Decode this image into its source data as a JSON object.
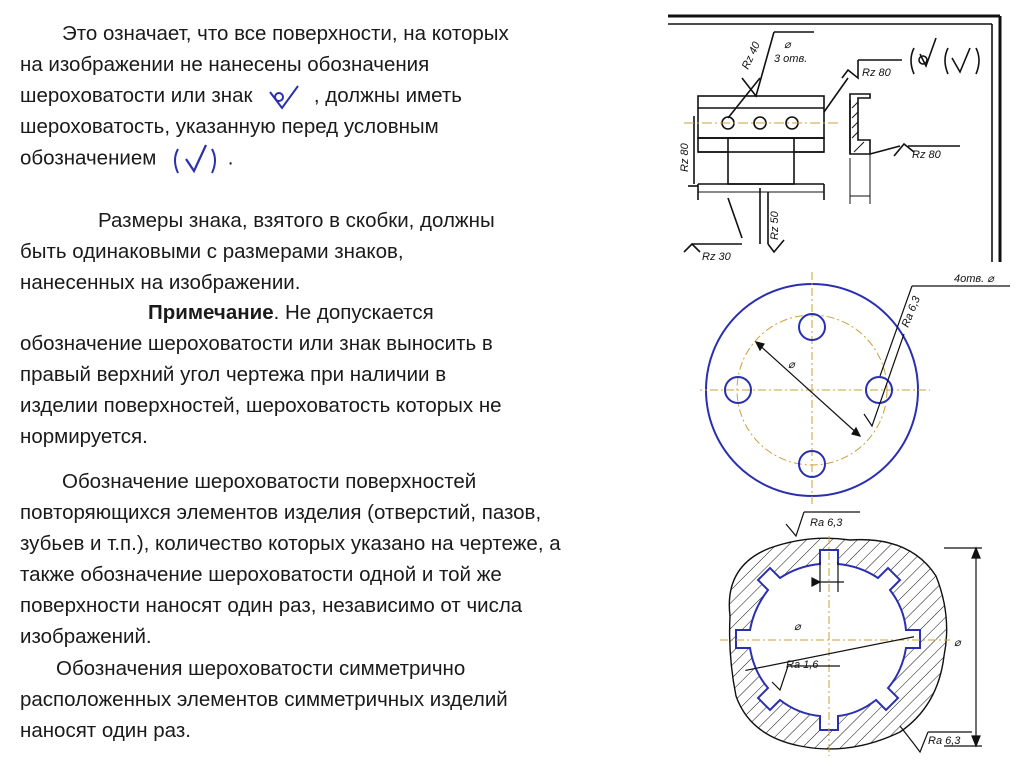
{
  "text": {
    "p1": {
      "l1": "Это означает, что все поверхности, на которых",
      "l2": "на изображении не нанесены обозначения",
      "l3a": "шероховатости или знак",
      "l3b": ", должны иметь",
      "l4": "шероховатость, указанную перед условным",
      "l5a": "обозначением",
      "l5b": "."
    },
    "p2": {
      "l1": "Размеры знака, взятого в скобки, должны",
      "l2": "быть одинаковыми с размерами знаков,",
      "l3": "нанесенных на изображении."
    },
    "p3": {
      "bold": "Примечание",
      "l1rest": ". Не допускается",
      "l2": "обозначение шероховатости или знак выносить в",
      "l3": "правый верхний угол чертежа при наличии в",
      "l4": "изделии поверхностей, шероховатость которых не",
      "l5": "нормируется."
    },
    "p4": {
      "l1": "Обозначение шероховатости поверхностей",
      "l2": "повторяющихся элементов изделия (отверстий, пазов,",
      "l3": "зубьев и т.п.), количество которых указано на чертеже, а",
      "l4": "также обозначение шероховатости одной и той же",
      "l5": "поверхности наносят один раз, независимо от числа",
      "l6": "изображений."
    },
    "p5": {
      "l1": "Обозначения шероховатости симметрично",
      "l2": "расположенных элементов симметричных изделий",
      "l3": "наносят один раз."
    }
  },
  "drawing1": {
    "rz40": "Rz 40",
    "dia": "⌀",
    "holes": "3 отв.",
    "rz80_top": "Rz 80",
    "rz80_left": "Rz 80",
    "rz80_right": "Rz 80",
    "rz50": "Rz 50",
    "rz30": "Rz 30"
  },
  "drawing2": {
    "holes": "4отв. ⌀",
    "ra63": "Ra 6,3",
    "dia": "⌀"
  },
  "drawing3": {
    "ra63_top": "Ra 6,3",
    "ra16": "Ra 1,6",
    "ra63_bottom": "Ra 6,3",
    "dia_inner": "⌀",
    "dia_outer": "⌀"
  },
  "colors": {
    "text": "#1a1a1a",
    "blue_outline": "#2a2fb0",
    "drawing_black": "#111111",
    "center_line": "#c9a23a"
  }
}
